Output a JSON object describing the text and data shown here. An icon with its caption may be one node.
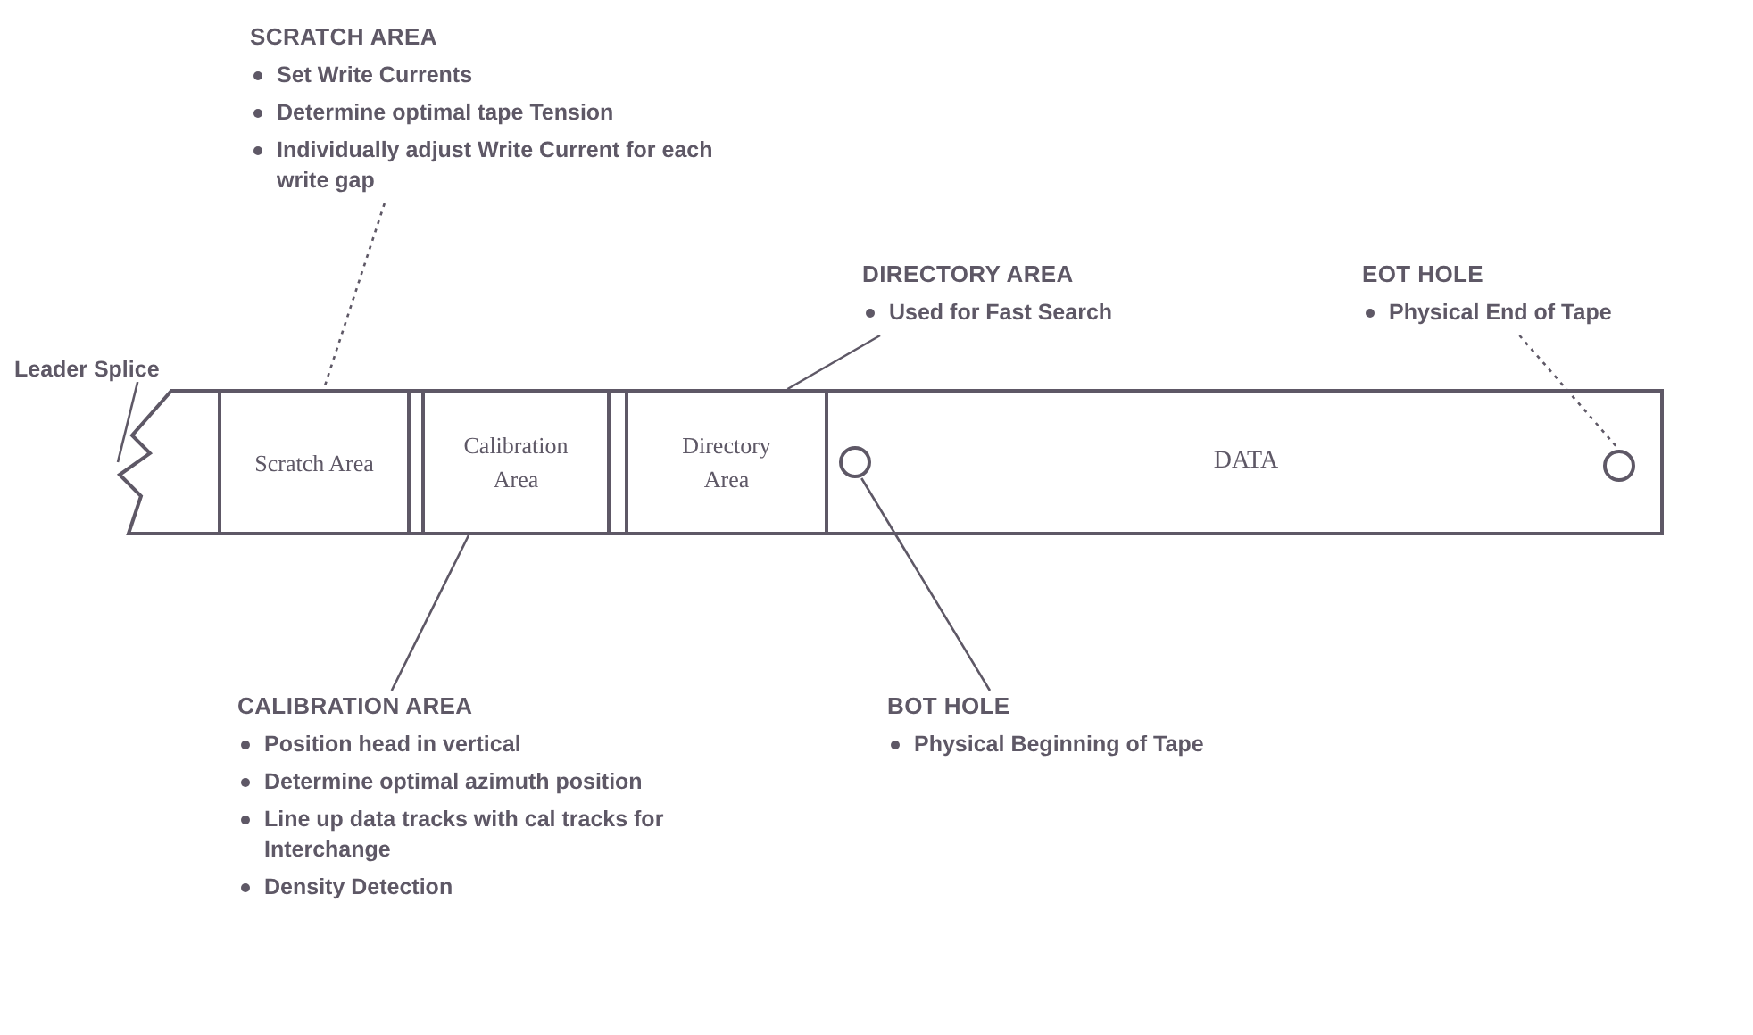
{
  "diagram": {
    "nodes": [
      {
        "text": [
          "SCRATCH AREA",
          "Set Write Currents",
          "Determine optimal tape Tension",
          "Individually adjust Write Current for each write gap"
        ]
      },
      {
        "text": [
          "DIRECTORY AREA",
          "Used for Fast Search"
        ]
      },
      {
        "text": [
          "EOT HOLE",
          "Physical End of Tape"
        ]
      },
      {
        "text": [
          "Leader Splice"
        ]
      },
      {
        "text": [],
        "shape": "bar"
      },
      {
        "text": [
          "Scratch Area"
        ],
        "in": 4
      },
      {
        "text": [
          "Calibration Area"
        ],
        "in": 4
      },
      {
        "text": [
          "Directory Area"
        ],
        "in": 4
      },
      {
        "text": [
          "DATA"
        ],
        "in": 4
      },
      {
        "text": [],
        "shape": "circle",
        "in": 8
      },
      {
        "text": [],
        "shape": "circle",
        "in": 8
      },
      {
        "text": [
          "CALIBRATION AREA",
          "Position head in vertical",
          "Determine optimal azimuth position",
          "Line up data tracks with cal tracks for Interchange",
          "Density Detection"
        ]
      },
      {
        "text": [
          "BOT HOLE",
          "Physical Beginning of Tape"
        ]
      }
    ],
    "edges": [
      {
        "from": 0,
        "to": 5,
        "arrow": "none",
        "style": "dashed"
      },
      {
        "from": 1,
        "to": 7,
        "arrow": "none"
      },
      {
        "from": 2,
        "to": 10,
        "arrow": "none",
        "style": "dashed"
      },
      {
        "from": 3,
        "to": 4,
        "arrow": "none"
      },
      {
        "from": 11,
        "to": 6,
        "arrow": "none"
      },
      {
        "from": 12,
        "to": 9,
        "arrow": "none"
      }
    ]
  }
}
